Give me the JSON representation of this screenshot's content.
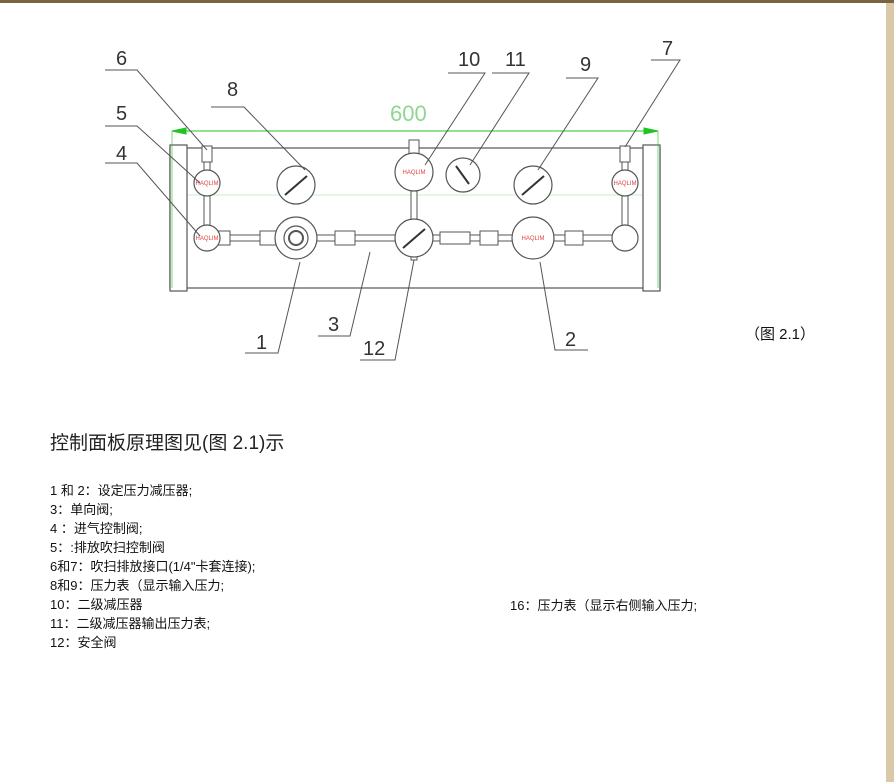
{
  "diagram": {
    "dimension": "600",
    "labels": {
      "l1": "1",
      "l2": "2",
      "l3": "3",
      "l4": "4",
      "l5": "5",
      "l6": "6",
      "l7": "7",
      "l8": "8",
      "l9": "9",
      "l10": "10",
      "l11": "11",
      "l12": "12"
    },
    "brand_marking": "HAQLIM",
    "caption": "（图 2.1）"
  },
  "text": {
    "title": "控制面板原理图见(图 2.1)示",
    "items": [
      "1 和 2：设定压力减压器;",
      "3：单向阀;",
      "4 ：进气控制阀;",
      "5：:排放吹扫控制阀",
      "6和7：吹扫排放接口(1/4\"卡套连接);",
      "8和9：压力表（显示输入压力;",
      "10：二级减压器",
      "11：二级减压器输出压力表;",
      "12：安全阀"
    ],
    "item16": "16：压力表（显示右侧输入压力;"
  },
  "colors": {
    "frame": "#7a6340",
    "strip": "#d9c9a9",
    "dimension": "#22c322",
    "marking": "#e04040"
  }
}
